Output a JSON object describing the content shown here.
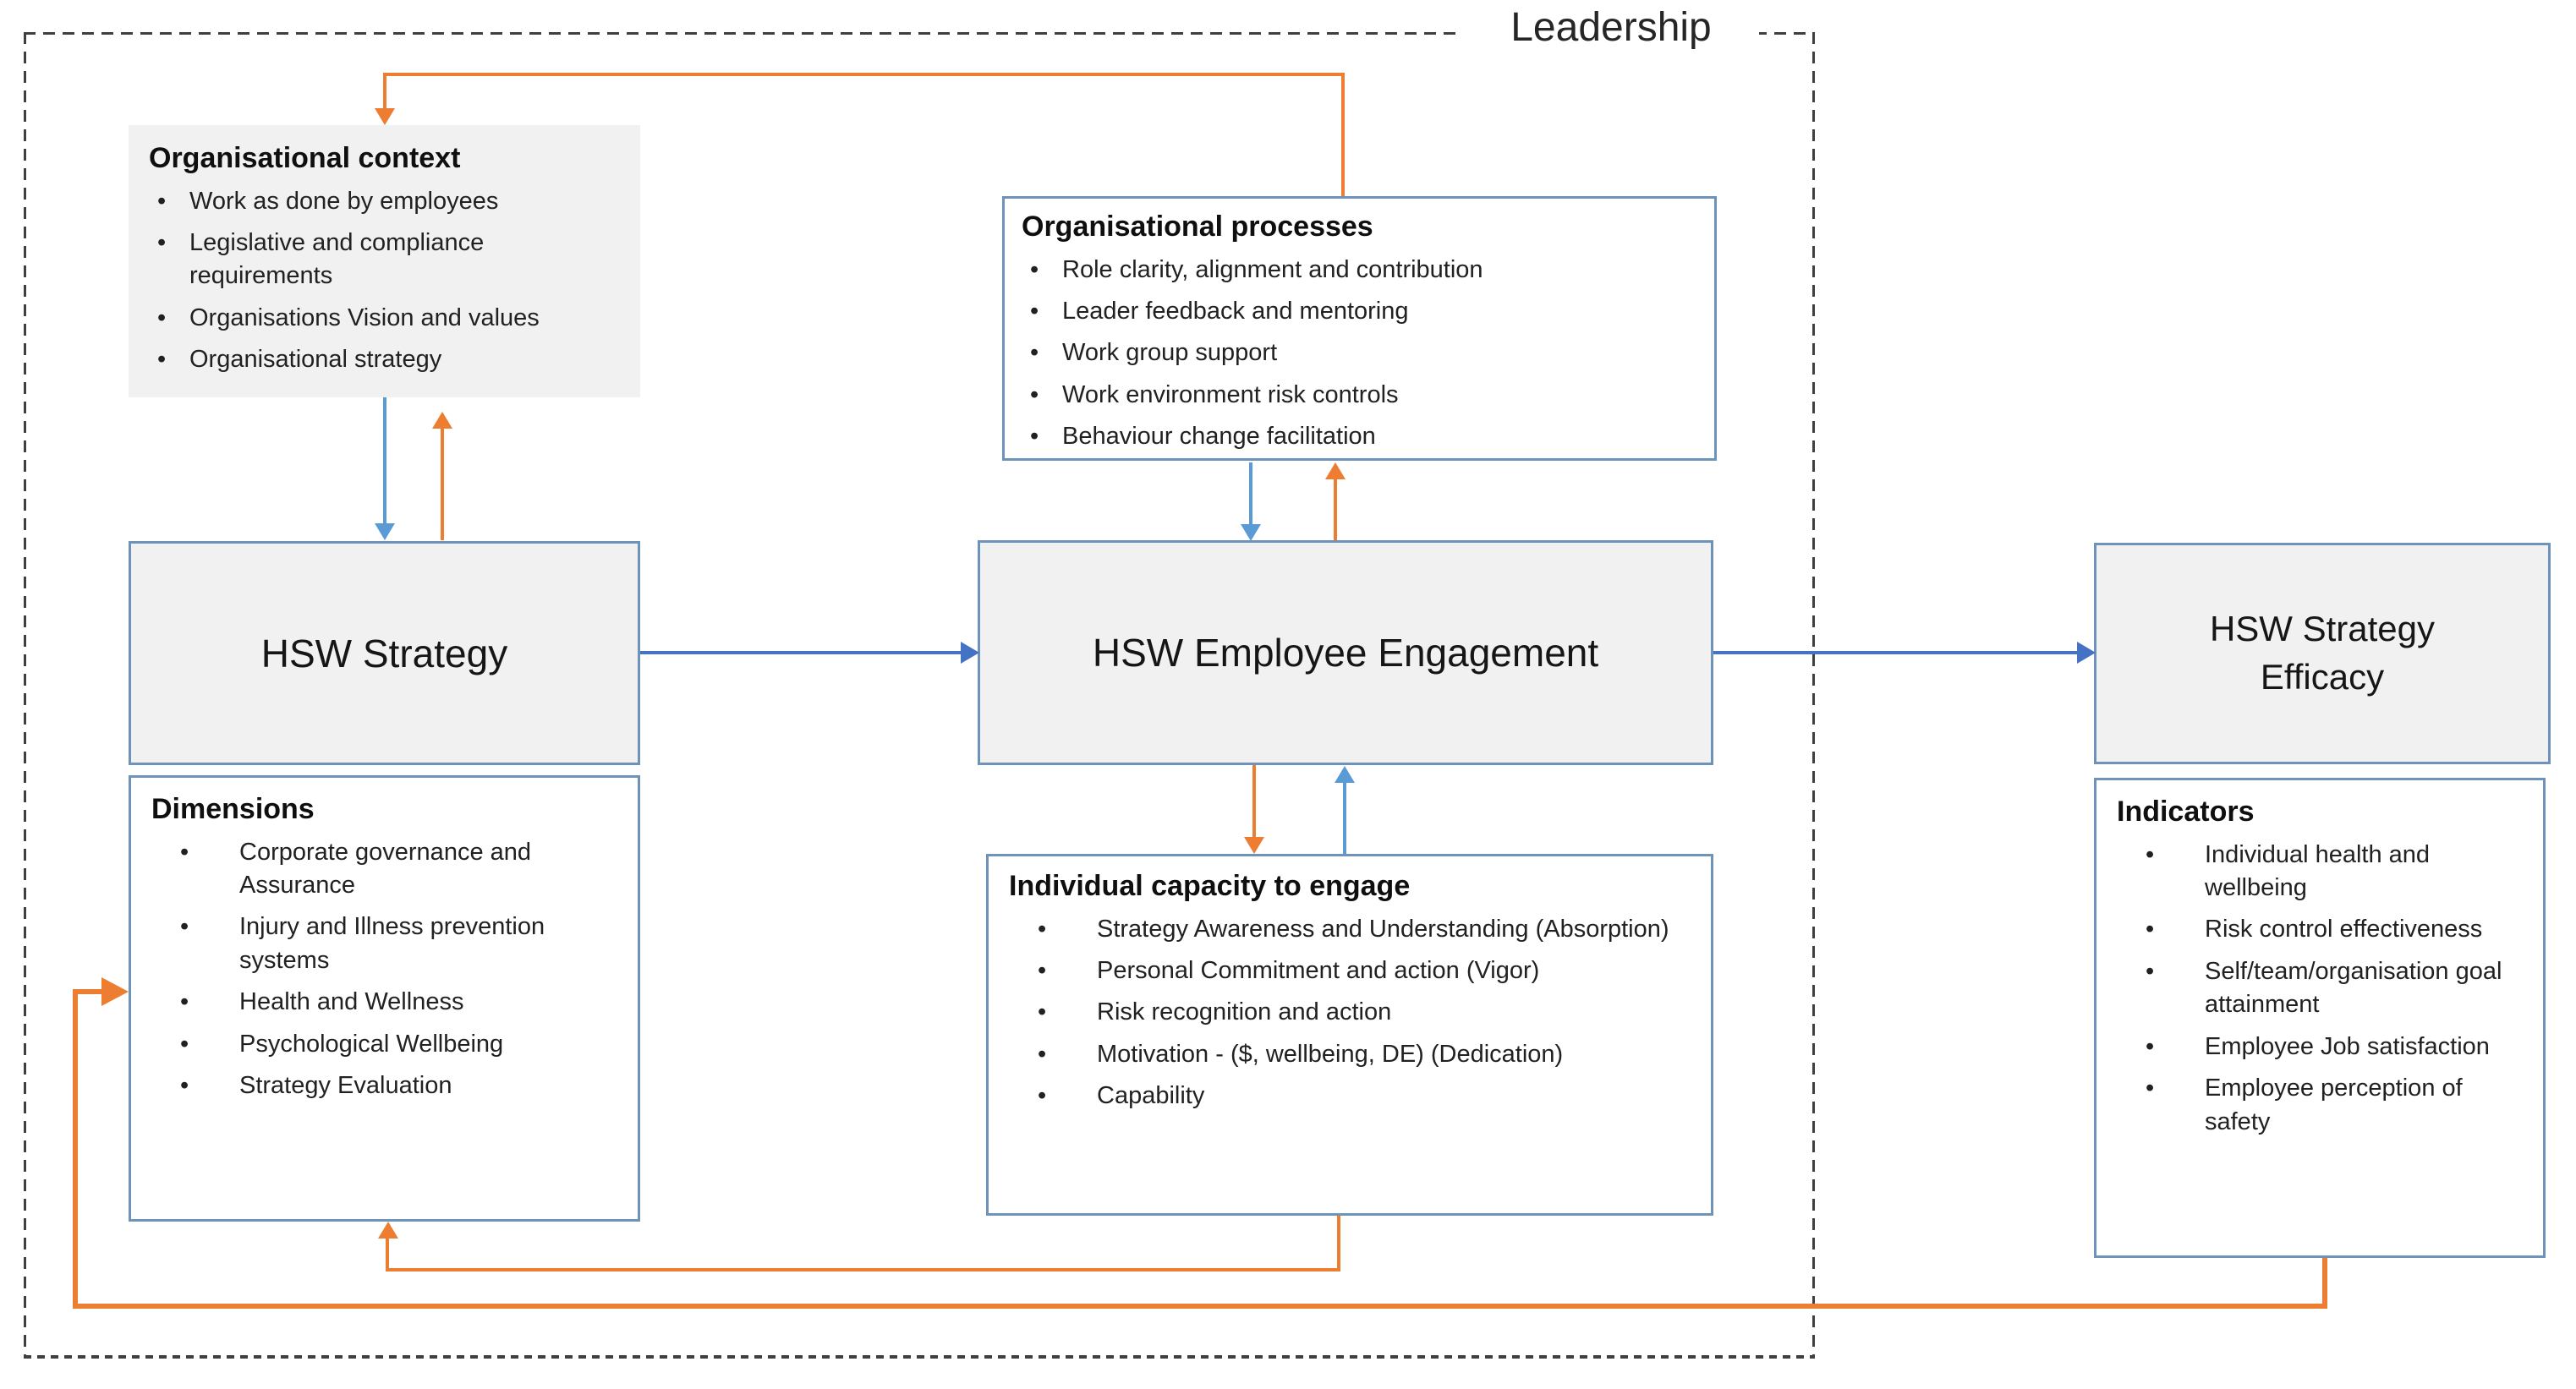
{
  "leadership_label": "Leadership",
  "colors": {
    "box_border_blue": "#6e93ba",
    "box_fill_gray": "#f1f1f1",
    "arrow_blue_dark": "#4472c4",
    "arrow_blue_light": "#5b9bd5",
    "arrow_orange": "#ed7d31",
    "dashed_boundary": "#3f3f3f"
  },
  "boxes": {
    "context": {
      "title": "Organisational context",
      "items": [
        "Work as done by employees",
        "Legislative and compliance requirements",
        "Organisations Vision and values",
        "Organisational strategy"
      ]
    },
    "processes": {
      "title": "Organisational processes",
      "items": [
        "Role clarity, alignment and contribution",
        "Leader feedback and mentoring",
        "Work group support",
        "Work environment risk controls",
        "Behaviour change facilitation"
      ]
    },
    "strategy": {
      "title": "HSW Strategy"
    },
    "engagement": {
      "title": "HSW Employee Engagement"
    },
    "efficacy": {
      "title": "HSW Strategy Efficacy"
    },
    "dimensions": {
      "title": "Dimensions",
      "items": [
        "Corporate governance and Assurance",
        "Injury and Illness prevention systems",
        "Health and Wellness",
        "Psychological Wellbeing",
        "Strategy Evaluation"
      ]
    },
    "capacity": {
      "title": "Individual capacity to engage",
      "items": [
        "Strategy Awareness and Understanding (Absorption)",
        "Personal Commitment and action (Vigor)",
        "Risk recognition and action",
        "Motivation - ($, wellbeing, DE) (Dedication)",
        "Capability"
      ]
    },
    "indicators": {
      "title": "Indicators",
      "items": [
        "Individual health and wellbeing",
        "Risk control effectiveness",
        "Self/team/organisation goal attainment",
        "Employee Job satisfaction",
        "Employee perception of safety"
      ]
    }
  }
}
